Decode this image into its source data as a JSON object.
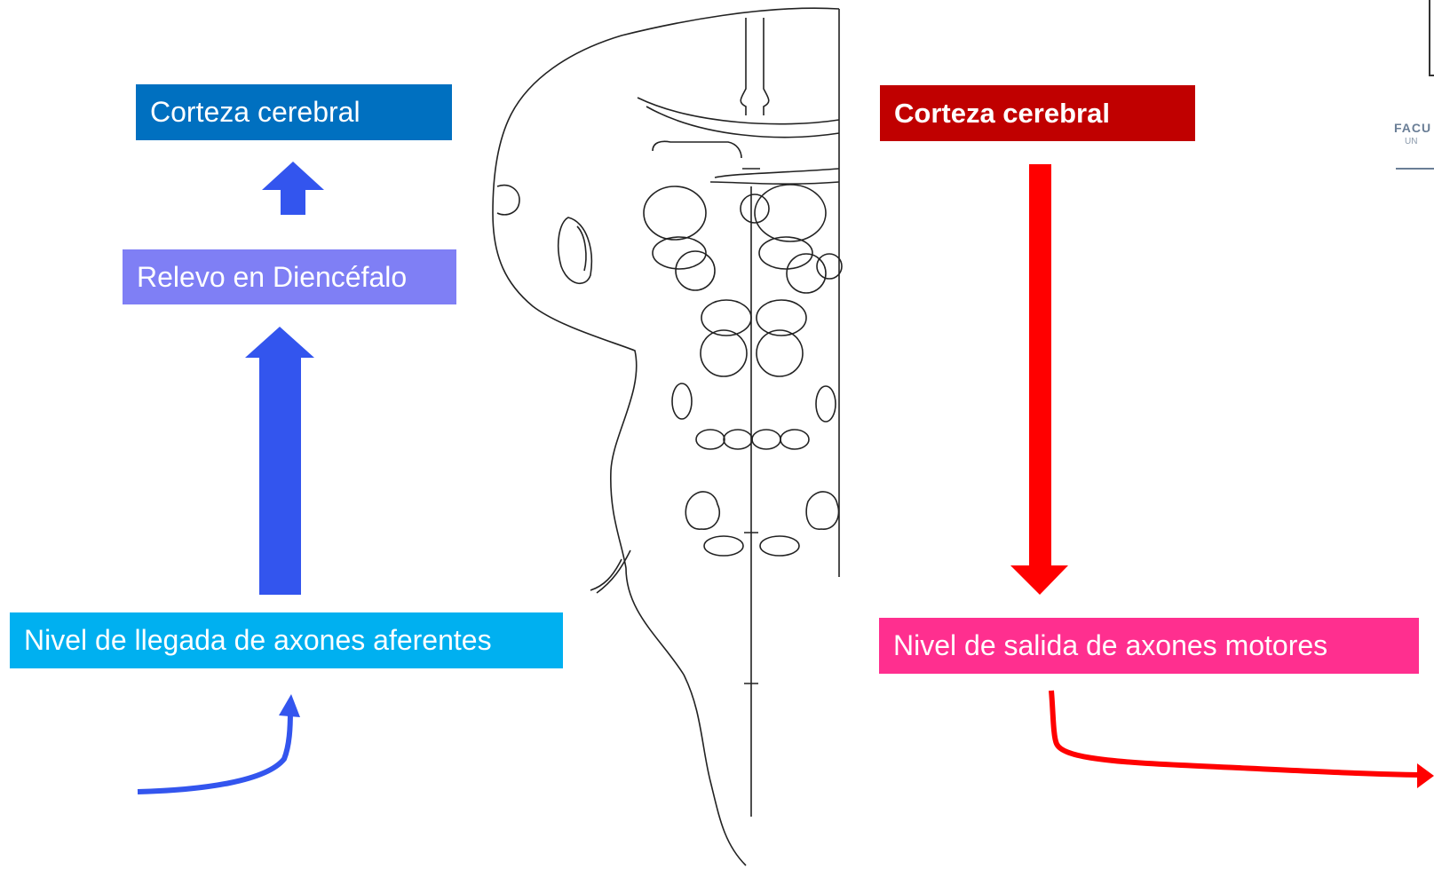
{
  "afferent": {
    "cortex": "Corteza cerebral",
    "relay": "Relevo en Diencéfalo",
    "arrival": "Nivel de llegada de axones aferentes"
  },
  "efferent": {
    "cortex": "Corteza cerebral",
    "exit": "Nivel de salida de axones motores"
  },
  "logo": {
    "text1": "FACU",
    "text2": "UN"
  },
  "colors": {
    "afferent_arrow": "#3355ee",
    "efferent_arrow": "#ff0000",
    "left_cortex_box": "#0070c0",
    "relay_box": "#7f7ff5",
    "arrival_box": "#00b0f0",
    "right_cortex_box": "#c00000",
    "exit_box": "#ff2f8f"
  }
}
